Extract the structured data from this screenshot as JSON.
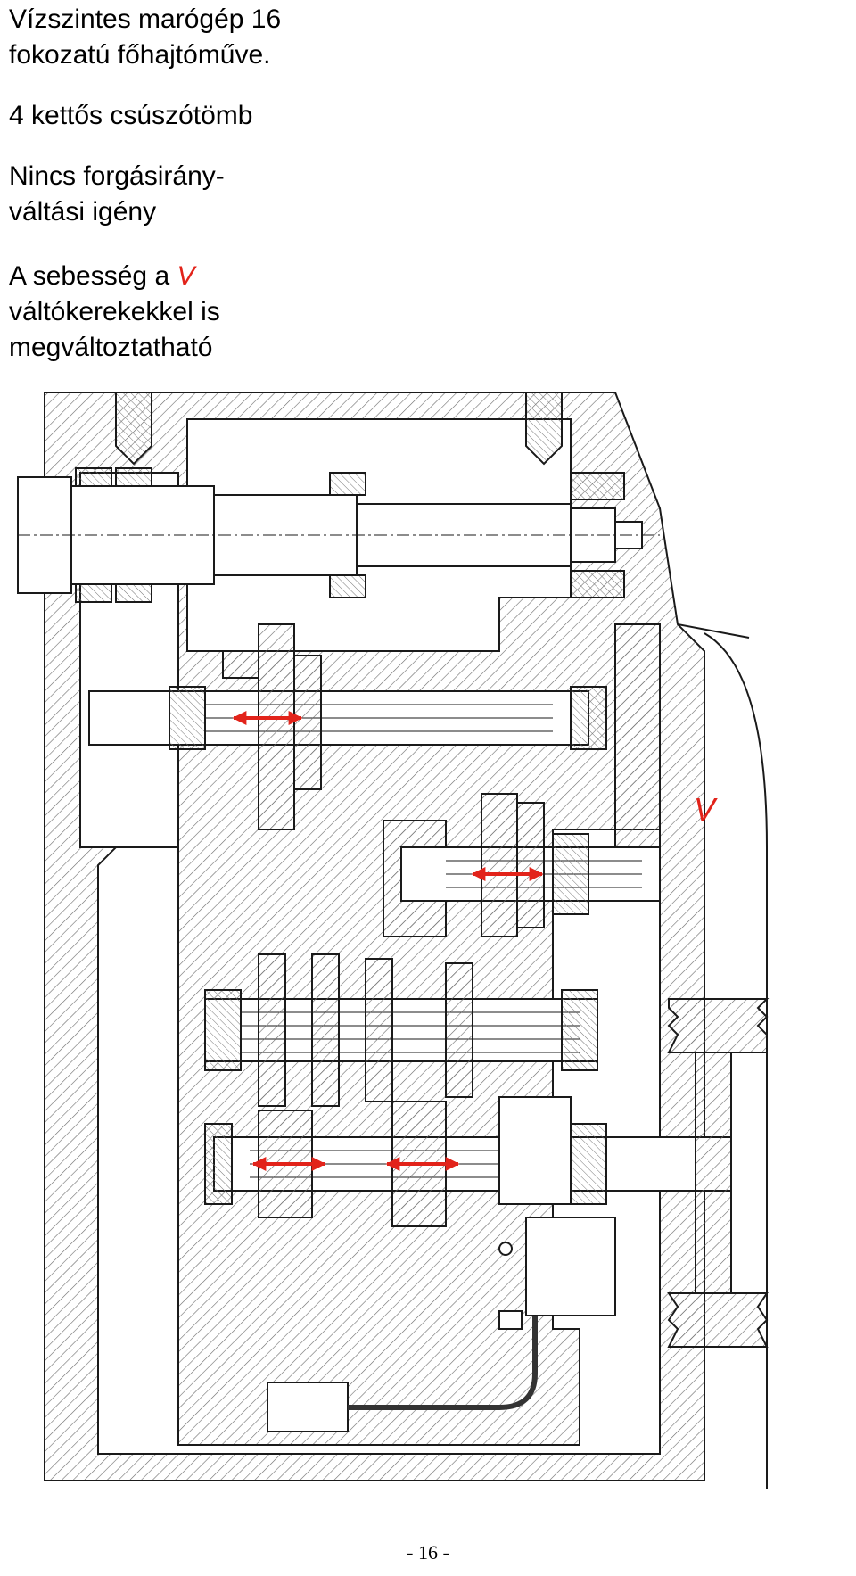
{
  "heading": {
    "line1": "Vízszintes marógép 16",
    "line2": "fokozatú főhajtóműve."
  },
  "blocks": {
    "shift_blocks": "4 kettős csúszótömb",
    "direction_line1": "Nincs forgásirány-",
    "direction_line2": "váltási igény",
    "speed_prefix": "A sebesség a ",
    "speed_symbol": "V",
    "speed_line2": "váltókerekekkel is",
    "speed_line3": "megváltoztatható"
  },
  "drawing": {
    "label_v": "V"
  },
  "footer": {
    "page_number": "- 16 -"
  },
  "colors": {
    "accent_red": "#e2231a",
    "line": "#1a1a1a",
    "hatch": "#6b6b6b"
  }
}
